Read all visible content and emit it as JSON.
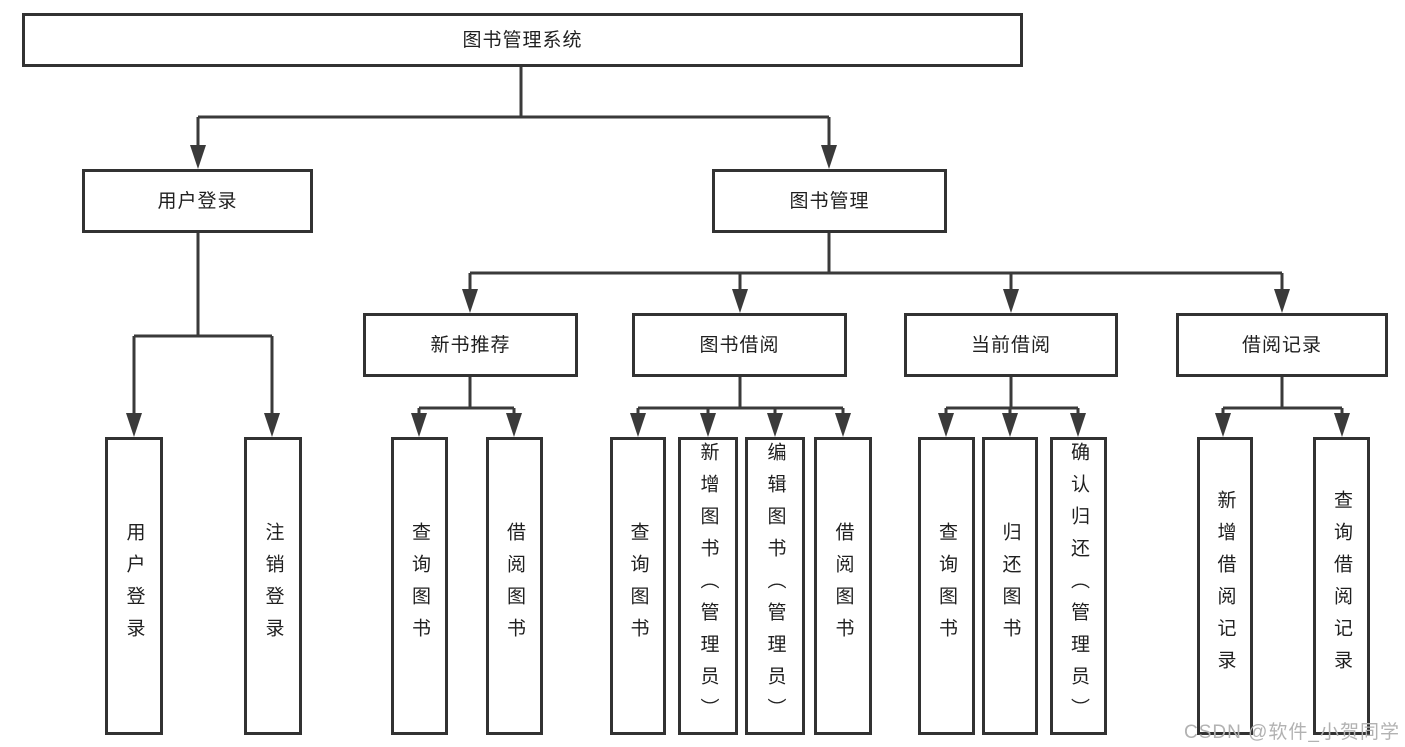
{
  "tree": {
    "label": "图书管理系统",
    "children": [
      {
        "label": "用户登录",
        "children": [
          {
            "label": "用户登录"
          },
          {
            "label": "注销登录"
          }
        ]
      },
      {
        "label": "图书管理",
        "children": [
          {
            "label": "新书推荐",
            "children": [
              {
                "label": "查询图书"
              },
              {
                "label": "借阅图书"
              }
            ]
          },
          {
            "label": "图书借阅",
            "children": [
              {
                "label": "查询图书"
              },
              {
                "label": "新增图书（管理员）"
              },
              {
                "label": "编辑图书（管理员）"
              },
              {
                "label": "借阅图书"
              }
            ]
          },
          {
            "label": "当前借阅",
            "children": [
              {
                "label": "查询图书"
              },
              {
                "label": "归还图书"
              },
              {
                "label": "确认归还（管理员）"
              }
            ]
          },
          {
            "label": "借阅记录",
            "children": [
              {
                "label": "新增借阅记录"
              },
              {
                "label": "查询借阅记录"
              }
            ]
          }
        ]
      }
    ]
  },
  "watermark": {
    "text": "CSDN @软件_小贺同学"
  },
  "colors": {
    "line": "#3a3a3a",
    "box_border": "#323232",
    "text": "#1f1f1f",
    "watermark": "#b2b2b2",
    "background": "#ffffff"
  }
}
